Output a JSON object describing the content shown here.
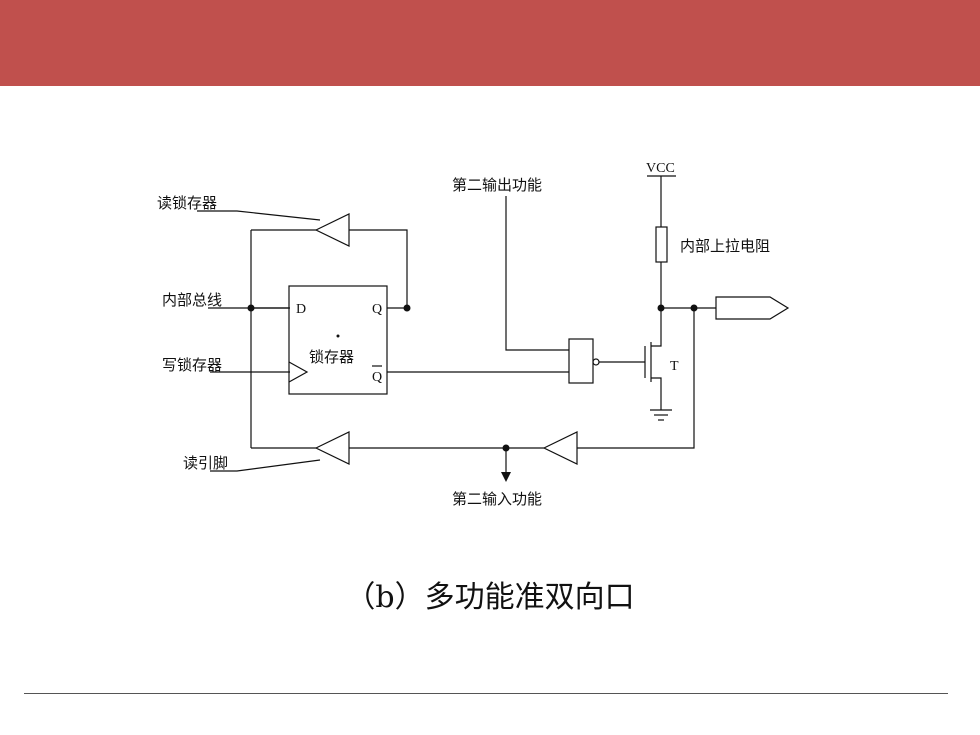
{
  "colors": {
    "header": "#c0504d",
    "line": "#111111"
  },
  "labels": {
    "read_latch": "读锁存器",
    "internal_bus": "内部总线",
    "write_latch": "写锁存器",
    "read_pin": "读引脚",
    "second_output": "第二输出功能",
    "second_input": "第二输入功能",
    "vcc": "VCC",
    "pullup": "内部上拉电阻",
    "latch": "锁存器",
    "pin_d": "D",
    "pin_q": "Q",
    "pin_qbar": "Q",
    "transistor": "T"
  },
  "caption": "（b）多功能准双向口"
}
